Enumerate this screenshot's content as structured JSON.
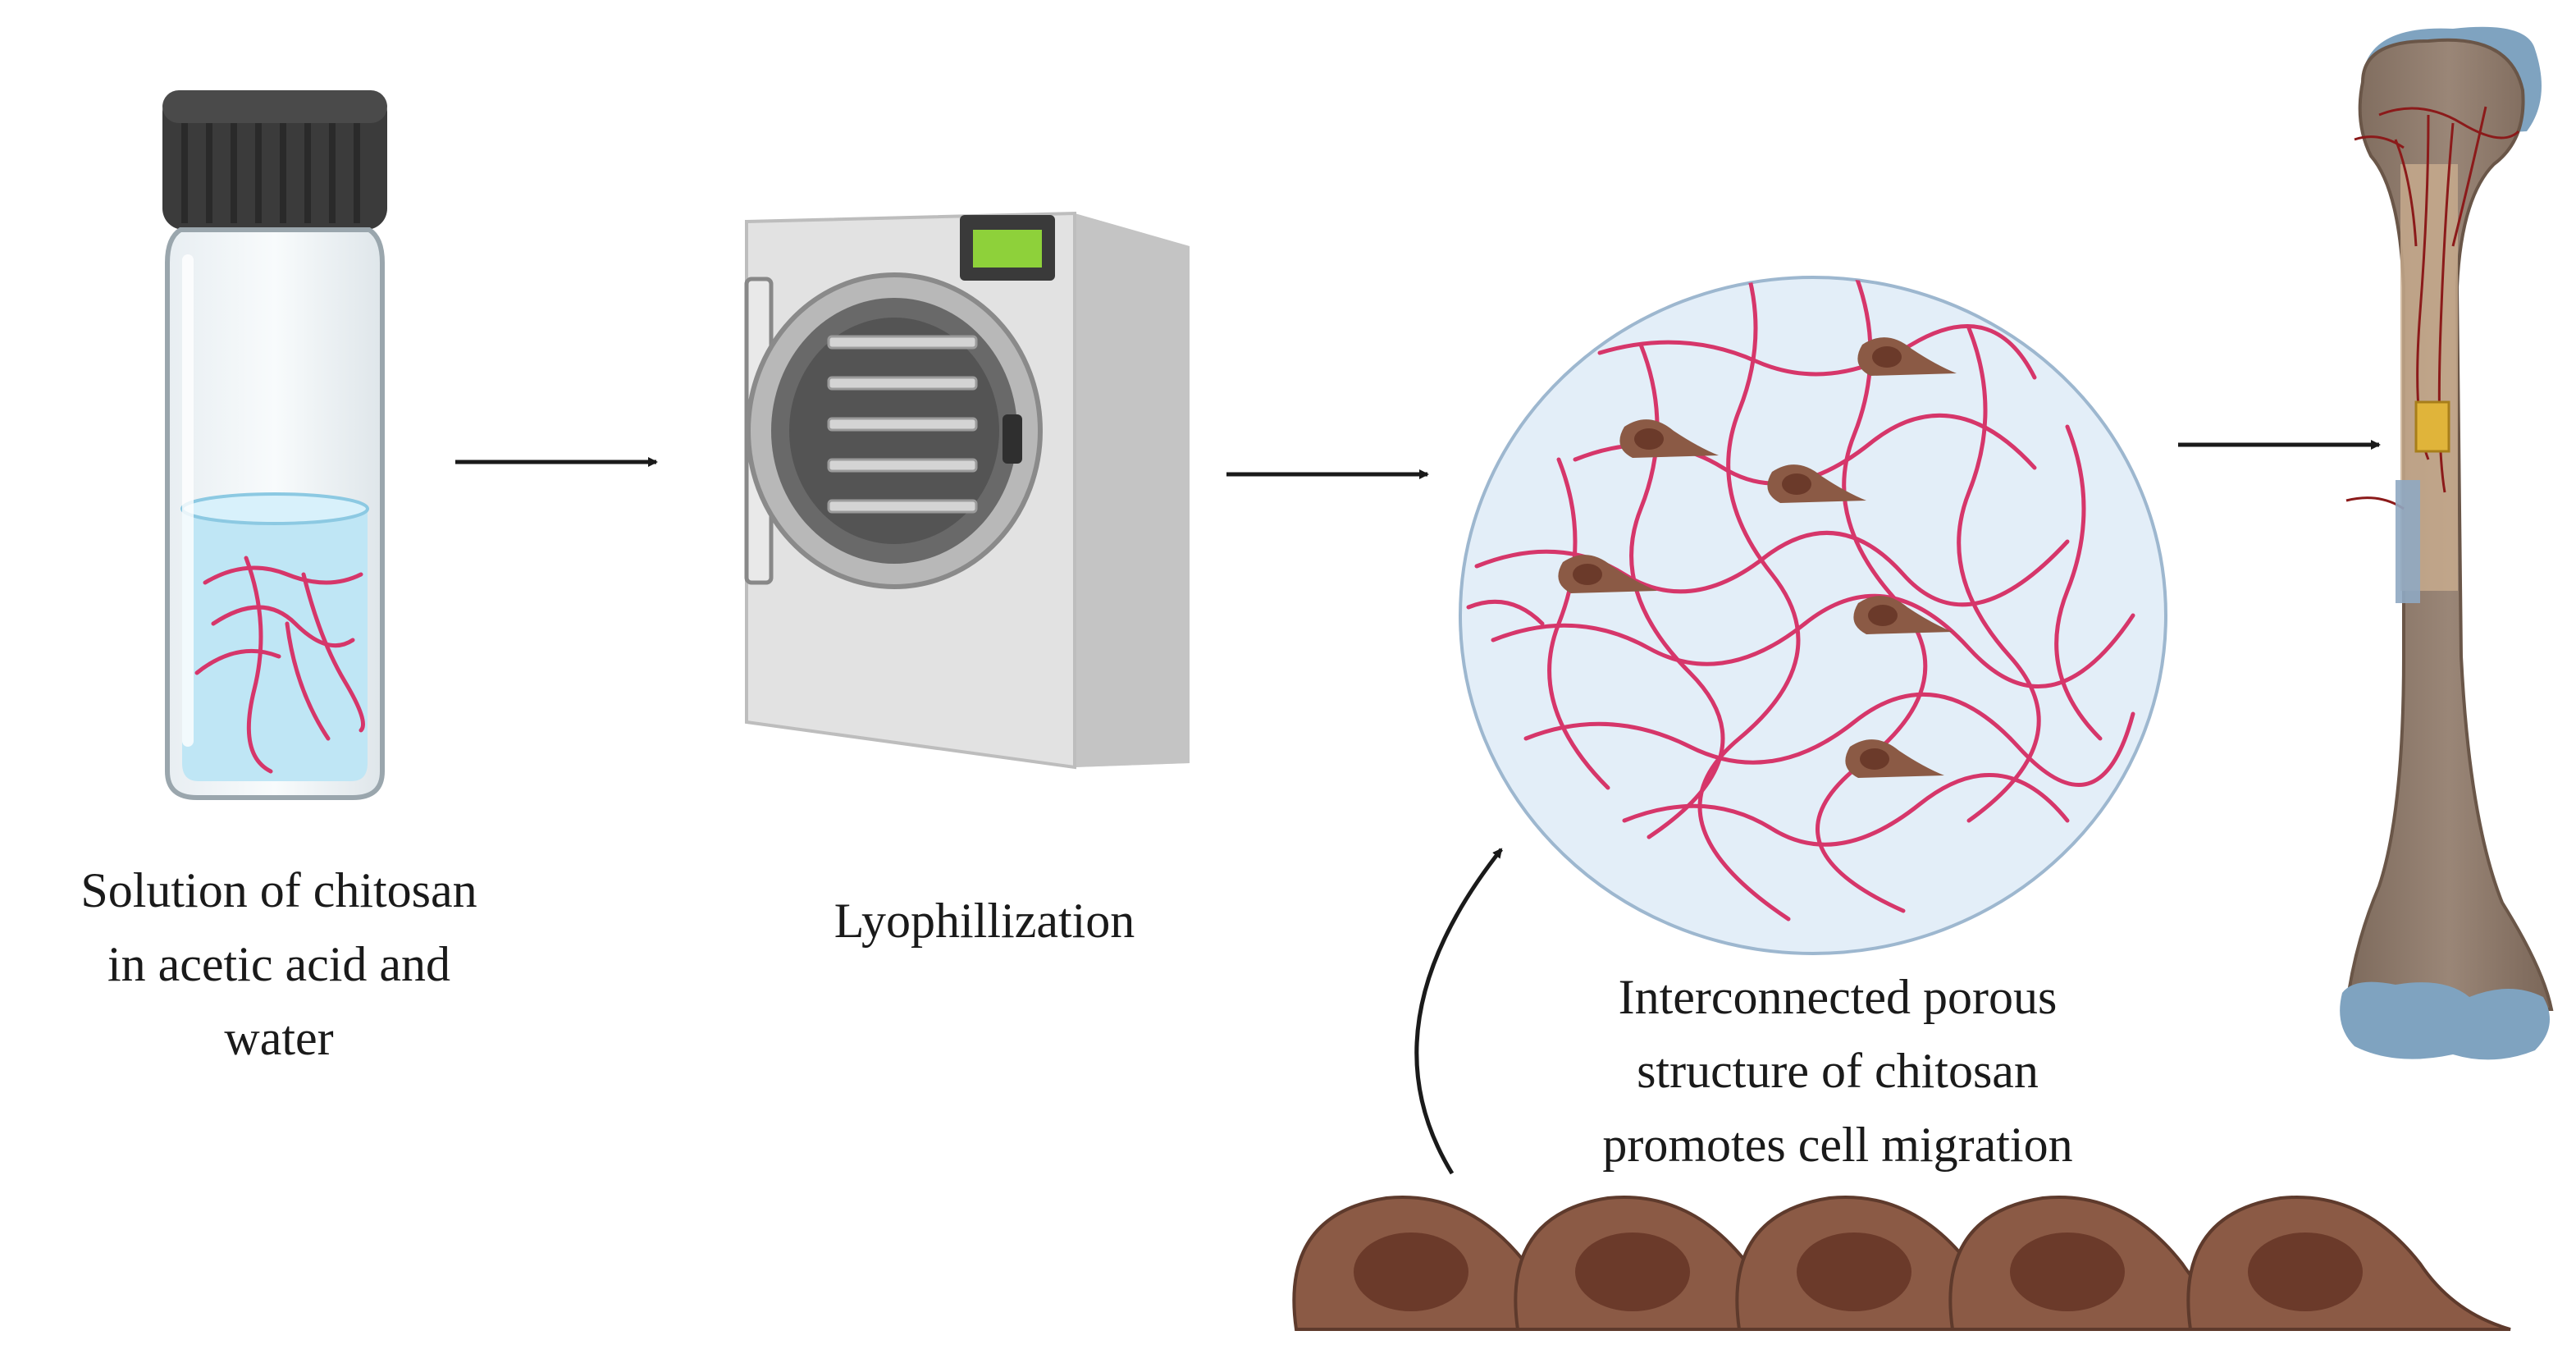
{
  "steps": [
    {
      "id": "vial",
      "caption": [
        "Solution of chitosan",
        "in acetic acid and",
        "water"
      ],
      "icon": "vial-icon"
    },
    {
      "id": "freeze-dryer",
      "caption": [
        "Lyophillization"
      ],
      "icon": "freeze-dryer-icon"
    },
    {
      "id": "scaffold",
      "caption": [
        "Interconnected porous",
        "structure of chitosan",
        "promotes cell migration"
      ],
      "icon": "porous-scaffold-icon"
    },
    {
      "id": "bone",
      "caption": [],
      "icon": "bone-implant-icon"
    }
  ],
  "colors": {
    "fiber": "#d6366a",
    "liquid": "#bfe6f5",
    "cell": "#8b5a45",
    "cell_nucleus": "#6b3a2a",
    "bone": "#8f7a6b",
    "bone_cap": "#7fa3c0",
    "scaffold_bg": "#e3eef8",
    "arrow": "#1a1a1a"
  }
}
